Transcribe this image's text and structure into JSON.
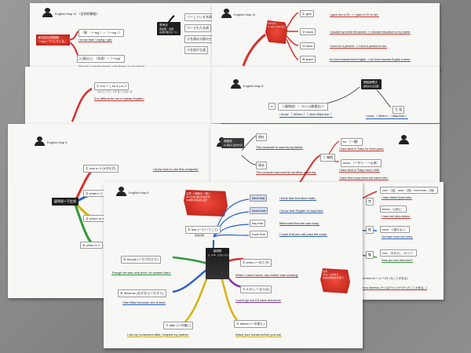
{
  "sheets": {
    "s1": {
      "header": "English Map 12 〈名詞的機能〉",
      "red_box": "動名詞/分詞修飾\n〜ing =「〜している」",
      "row1_label": "〔現　〔〜ing 〕= 〔〜ing 〕〕",
      "row1_sentence": "I know that I crying I girl.",
      "row2_label": "2.(過)以上 〔名詞〕+〔〜ing〕",
      "row2_sentence": "The girl I playing tennis over there I is my friend."
    },
    "s1b": {
      "center": "思考法",
      "center_sub": "参加型・活用\n名詞の後ろにつく",
      "items": [
        "①〜している名詞",
        "②〜された名詞",
        "③名詞は分割の主語",
        "④名詞が主語"
      ]
    },
    "s2": {
      "header": "English Map 11",
      "center": "SVOO",
      "center_sub": "O＝give, show など",
      "verbs": [
        "① give",
        "② show",
        "③ send",
        "④ teach"
      ],
      "sentences": [
        "I gave him a CD. ⇒ I gave a CD to him.",
        "I showed my mother this picture. ⇒ I showed this picture to my mother.",
        "I sent her a present. ⇒ I sent a present to her.",
        "Mr Green teaches them English. ⇒ Mr Green teaches English to them."
      ]
    },
    "s3": {
      "label": "① It is 〜 ( for A ) to V",
      "sub": "（Aにとって）Vすることは〜だ",
      "sentence": "It is difficult for me to speak English."
    },
    "s4": {
      "header": "English Map 8",
      "dark": "間接疑問文",
      "dark_sub": "疑問文を名詞節",
      "row_label": "〔〔疑問詞〕+〔S＋V(普通文)〕〕",
      "row_sub": "I know 〔 Where 〕〔 does Mika live 〕",
      "right_box": "主 語",
      "right_sentence": "I know 〔 Where 〕〔 Mika lives 〕",
      "right_small": "I know 〔 Where 〕〔 Mika lives 〕"
    },
    "s5": {
      "header": "English Map 9",
      "center": "疑問詞＋不定詞",
      "items": [
        "① how to V (Vの仕方)",
        "② what to V",
        "③ where to V",
        "④ when to V"
      ],
      "sentence": "I know how to use this computer."
    },
    "s6": {
      "header": "English Map 7",
      "dark": "受動態",
      "dark_sub": "be 動詞＋過去分詞",
      "box1": "現在",
      "sentence1": "This computer is used by my father.",
      "box2": "過去",
      "sentence2": "This computer was used by my father yesterday.",
      "keizoku": "① 継続",
      "k1": "for 〔〜間〕",
      "k1s": "I have lived in Tokyo for three years.",
      "k2": "since 〔〜から・〜以来〕",
      "k2s": "I have lived in Tokyo since 1998.",
      "k3s": "I have been busy since she came here."
    },
    "s7": {
      "header": "English Map 6",
      "red_top": "注意 ＜時制の一致＞",
      "red_top_sub": "that の前の動詞が過去形\nthat節内の動詞も過去",
      "that_label": "④ that (〜ということ)",
      "that_sub": "名詞の節",
      "verbs": [
        "think that",
        "know that",
        "say that",
        "hope that"
      ],
      "sentences": [
        "I think that Emi likes math.",
        "I know that English is important.",
        "Mika said that she was busy.",
        "I hope that you will pass the exam."
      ],
      "center": "接続詞",
      "center_sub": "文（S+V）と文をつなぐ語",
      "left_items": [
        "⑤ though (〜だけれども)",
        "⑥ because (なぜなら〜だから)",
        "⑦ after (〜の後に)"
      ],
      "left_sentences": [
        "Though he was very tired, he worked hard.",
        "I like Mika because she is kind.",
        "I did my homework after I helped my mother."
      ],
      "right_items": [
        "① when (〜のとき)",
        "② if (もし〜ならば)",
        "③ before (〜の前に)"
      ],
      "right_sentences": [
        "When I came home, my mother was cooking.",
        "I won't go out if it rains tomorrow.",
        "Wash your hands before you eat."
      ],
      "red_note": "注意\nwhen, if の中で\n未来は現在形を使う"
    },
    "s8": {
      "items": [
        "完",
        "経",
        "継"
      ],
      "k1": "once 〔1回〕 twice 〔2回〕 three times 〔3回〕",
      "k1s": "I have visited Kyoto twice.",
      "k2": "before 〔以前に〕",
      "k2s": "I have met Ichiro before.",
      "k3": "never 〔1度もない〕",
      "k3s": "You have never met Ichiro.",
      "k4": "ever 〔今までに、かつて〕",
      "k4s": "Have you ever met Ichiro?",
      "bottom1": "have been to 〜 (〜へ行ったことがある)",
      "bottom2": "been to America. (ケンはアメリカへ行ったことがある。)"
    }
  }
}
